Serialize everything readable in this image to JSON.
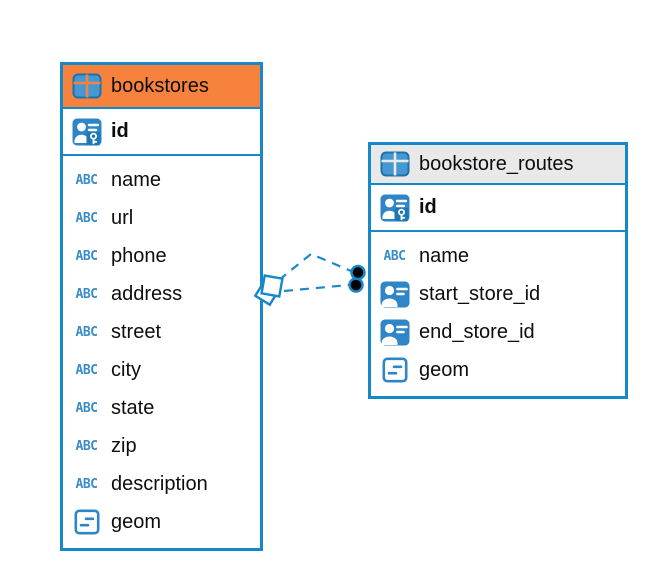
{
  "diagram": {
    "colors": {
      "accent_blue": "#1588c9",
      "icon_tile_blue": "#2e86c8",
      "icon_tile_blue_dark": "#1f77b5",
      "table_icon_fill": "#4698d2",
      "table_icon_stroke": "#1b71ad",
      "abc_blue": "#3b8dc9",
      "bookstores_header": "#f6823e",
      "routes_header": "#e9e9e9",
      "text": "#0d0d0d",
      "background": "#ffffff"
    },
    "icons": {
      "text_type_label": "ABC"
    },
    "tables": [
      {
        "name": "bookstores",
        "header_color": "#f6823e",
        "primary_key": "id",
        "columns": [
          "name",
          "url",
          "phone",
          "address",
          "street",
          "city",
          "state",
          "zip",
          "description",
          "geom"
        ],
        "column_types": [
          "text",
          "text",
          "text",
          "text",
          "text",
          "text",
          "text",
          "text",
          "text",
          "geometry"
        ]
      },
      {
        "name": "bookstore_routes",
        "header_color": "#e9e9e9",
        "primary_key": "id",
        "columns": [
          "name",
          "start_store_id",
          "end_store_id",
          "geom"
        ],
        "column_types": [
          "text",
          "foreign_key",
          "foreign_key",
          "geometry"
        ]
      }
    ],
    "relationships": [
      {
        "from_table": "bookstore_routes",
        "from_column": "start_store_id",
        "to_table": "bookstores",
        "to_column": "id"
      },
      {
        "from_table": "bookstore_routes",
        "from_column": "end_store_id",
        "to_table": "bookstores",
        "to_column": "id"
      }
    ]
  }
}
